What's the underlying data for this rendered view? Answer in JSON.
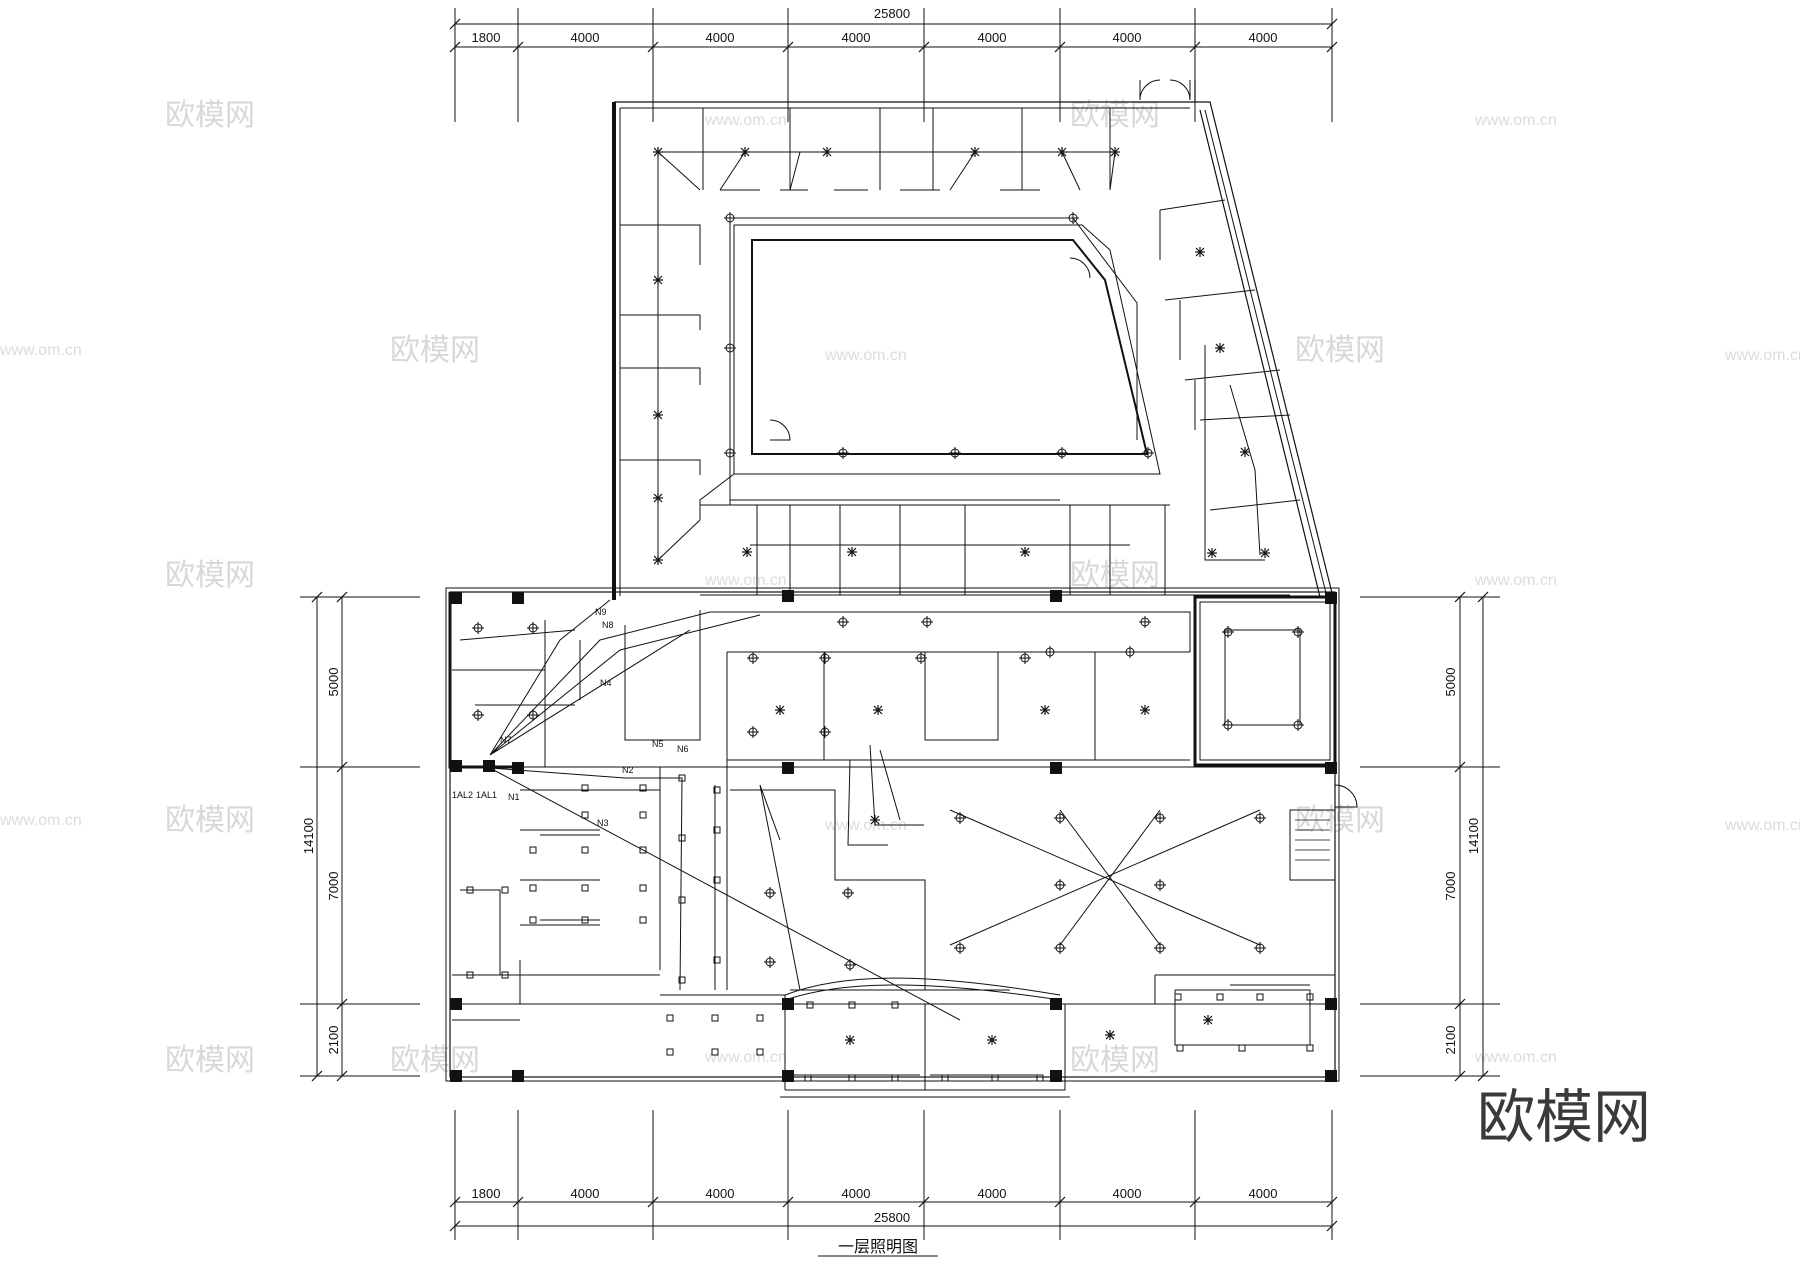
{
  "drawing": {
    "title": "一层照明图",
    "brand_logo": "欧模网",
    "watermark_text": "欧模网",
    "watermark_url": "www.om.cn"
  },
  "dimensions": {
    "top_total": "25800",
    "top_segments": [
      "1800",
      "4000",
      "4000",
      "4000",
      "4000",
      "4000",
      "4000"
    ],
    "bottom_total": "25800",
    "bottom_segments": [
      "1800",
      "4000",
      "4000",
      "4000",
      "4000",
      "4000",
      "4000"
    ],
    "left_total": "14100",
    "left_segments": [
      "5000",
      "7000",
      "2100"
    ],
    "right_total": "14100",
    "right_segments": [
      "5000",
      "7000",
      "2100"
    ]
  },
  "circuit_labels": [
    "N9",
    "N8",
    "N7",
    "N6",
    "N5",
    "N4",
    "N3",
    "N2",
    "N1",
    "1AL2",
    "1AL1"
  ],
  "colors": {
    "line": "#111111",
    "watermark": "#d8d8d8",
    "background": "#ffffff"
  }
}
